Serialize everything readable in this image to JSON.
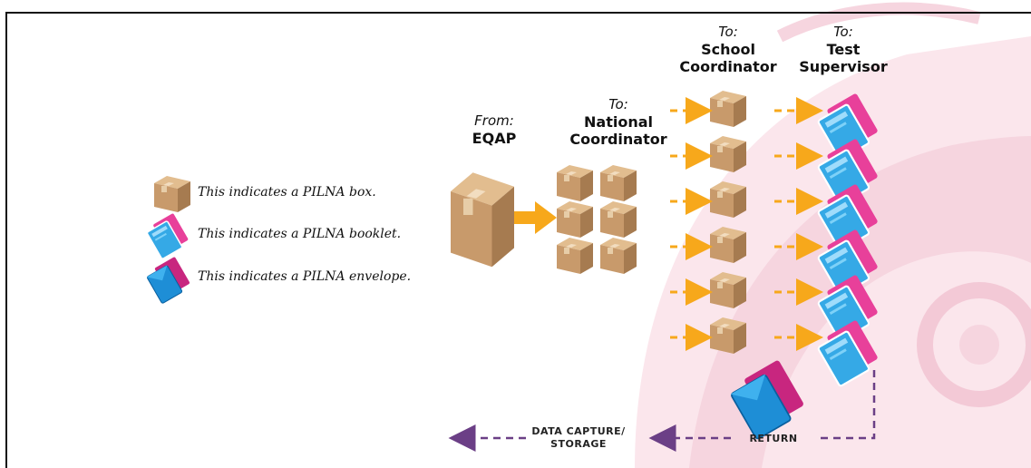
{
  "legend": [
    {
      "icon": "box-icon",
      "text": "This indicates a PILNA box."
    },
    {
      "icon": "booklet-icon",
      "text": "This indicates a PILNA booklet."
    },
    {
      "icon": "envelope-icon",
      "text": "This indicates a PILNA envelope."
    }
  ],
  "stages": {
    "eqap": {
      "prefix": "From:",
      "name": "EQAP"
    },
    "national": {
      "prefix": "To:",
      "name_line1": "National",
      "name_line2": "Coordinator"
    },
    "school": {
      "prefix": "To:",
      "name_line1": "School",
      "name_line2": "Coordinator"
    },
    "supervisor": {
      "prefix": "To:",
      "name_line1": "Test",
      "name_line2": "Supervisor"
    }
  },
  "flow_labels": {
    "return": "RETURN",
    "data_capture_line1": "DATA CAPTURE/",
    "data_capture_line2": "STORAGE"
  },
  "colors": {
    "arrow_orange": "#f7a81b",
    "return_purple": "#6b3f86",
    "box_brown": "#c89a6b",
    "booklet_cyan": "#35a9e6",
    "envelope_magenta": "#e8409a",
    "background_pink": "#f6d5df"
  }
}
